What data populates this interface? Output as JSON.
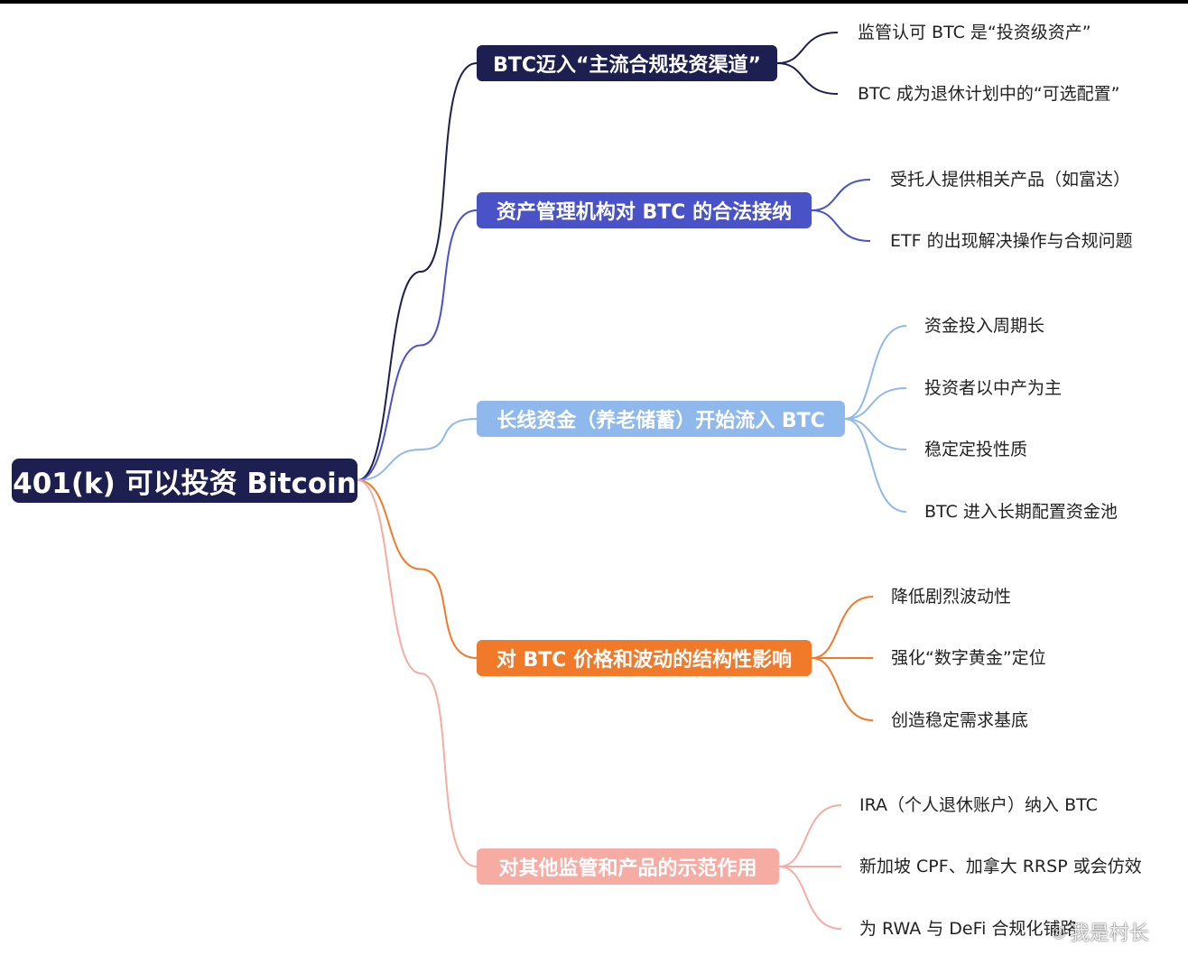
{
  "root": {
    "label": "401(k) 可以投资 Bitcoin",
    "color": "#1c1f4f"
  },
  "branches": [
    {
      "label": "BTC迈入“主流合规投资渠道”",
      "color": "#1c1f4f",
      "leaves": [
        "监管认可 BTC 是“投资级资产”",
        "BTC 成为退休计划中的“可选配置”"
      ]
    },
    {
      "label": "资产管理机构对 BTC 的合法接纳",
      "color": "#4a52c8",
      "leaves": [
        "受托人提供相关产品（如富达）",
        "ETF 的出现解决操作与合规问题"
      ]
    },
    {
      "label": "长线资金（养老储蓄）开始流入 BTC",
      "color": "#8fb9ec",
      "leaves": [
        "资金投入周期长",
        "投资者以中产为主",
        "稳定定投性质",
        "BTC 进入长期配置资金池"
      ]
    },
    {
      "label": "对 BTC 价格和波动的结构性影响",
      "color": "#f07a2a",
      "leaves": [
        "降低剧烈波动性",
        "强化“数字黄金”定位",
        "创造稳定需求基底"
      ]
    },
    {
      "label": "对其他监管和产品的示范作用",
      "color": "#f6aba3",
      "leaves": [
        "IRA（个人退休账户）纳入 BTC",
        "新加坡 CPF、加拿大 RRSP 或会仿效",
        "为 RWA 与 DeFi 合规化铺路"
      ]
    }
  ],
  "watermark": {
    "icon": "weibo-icon",
    "text": "我是村长"
  }
}
